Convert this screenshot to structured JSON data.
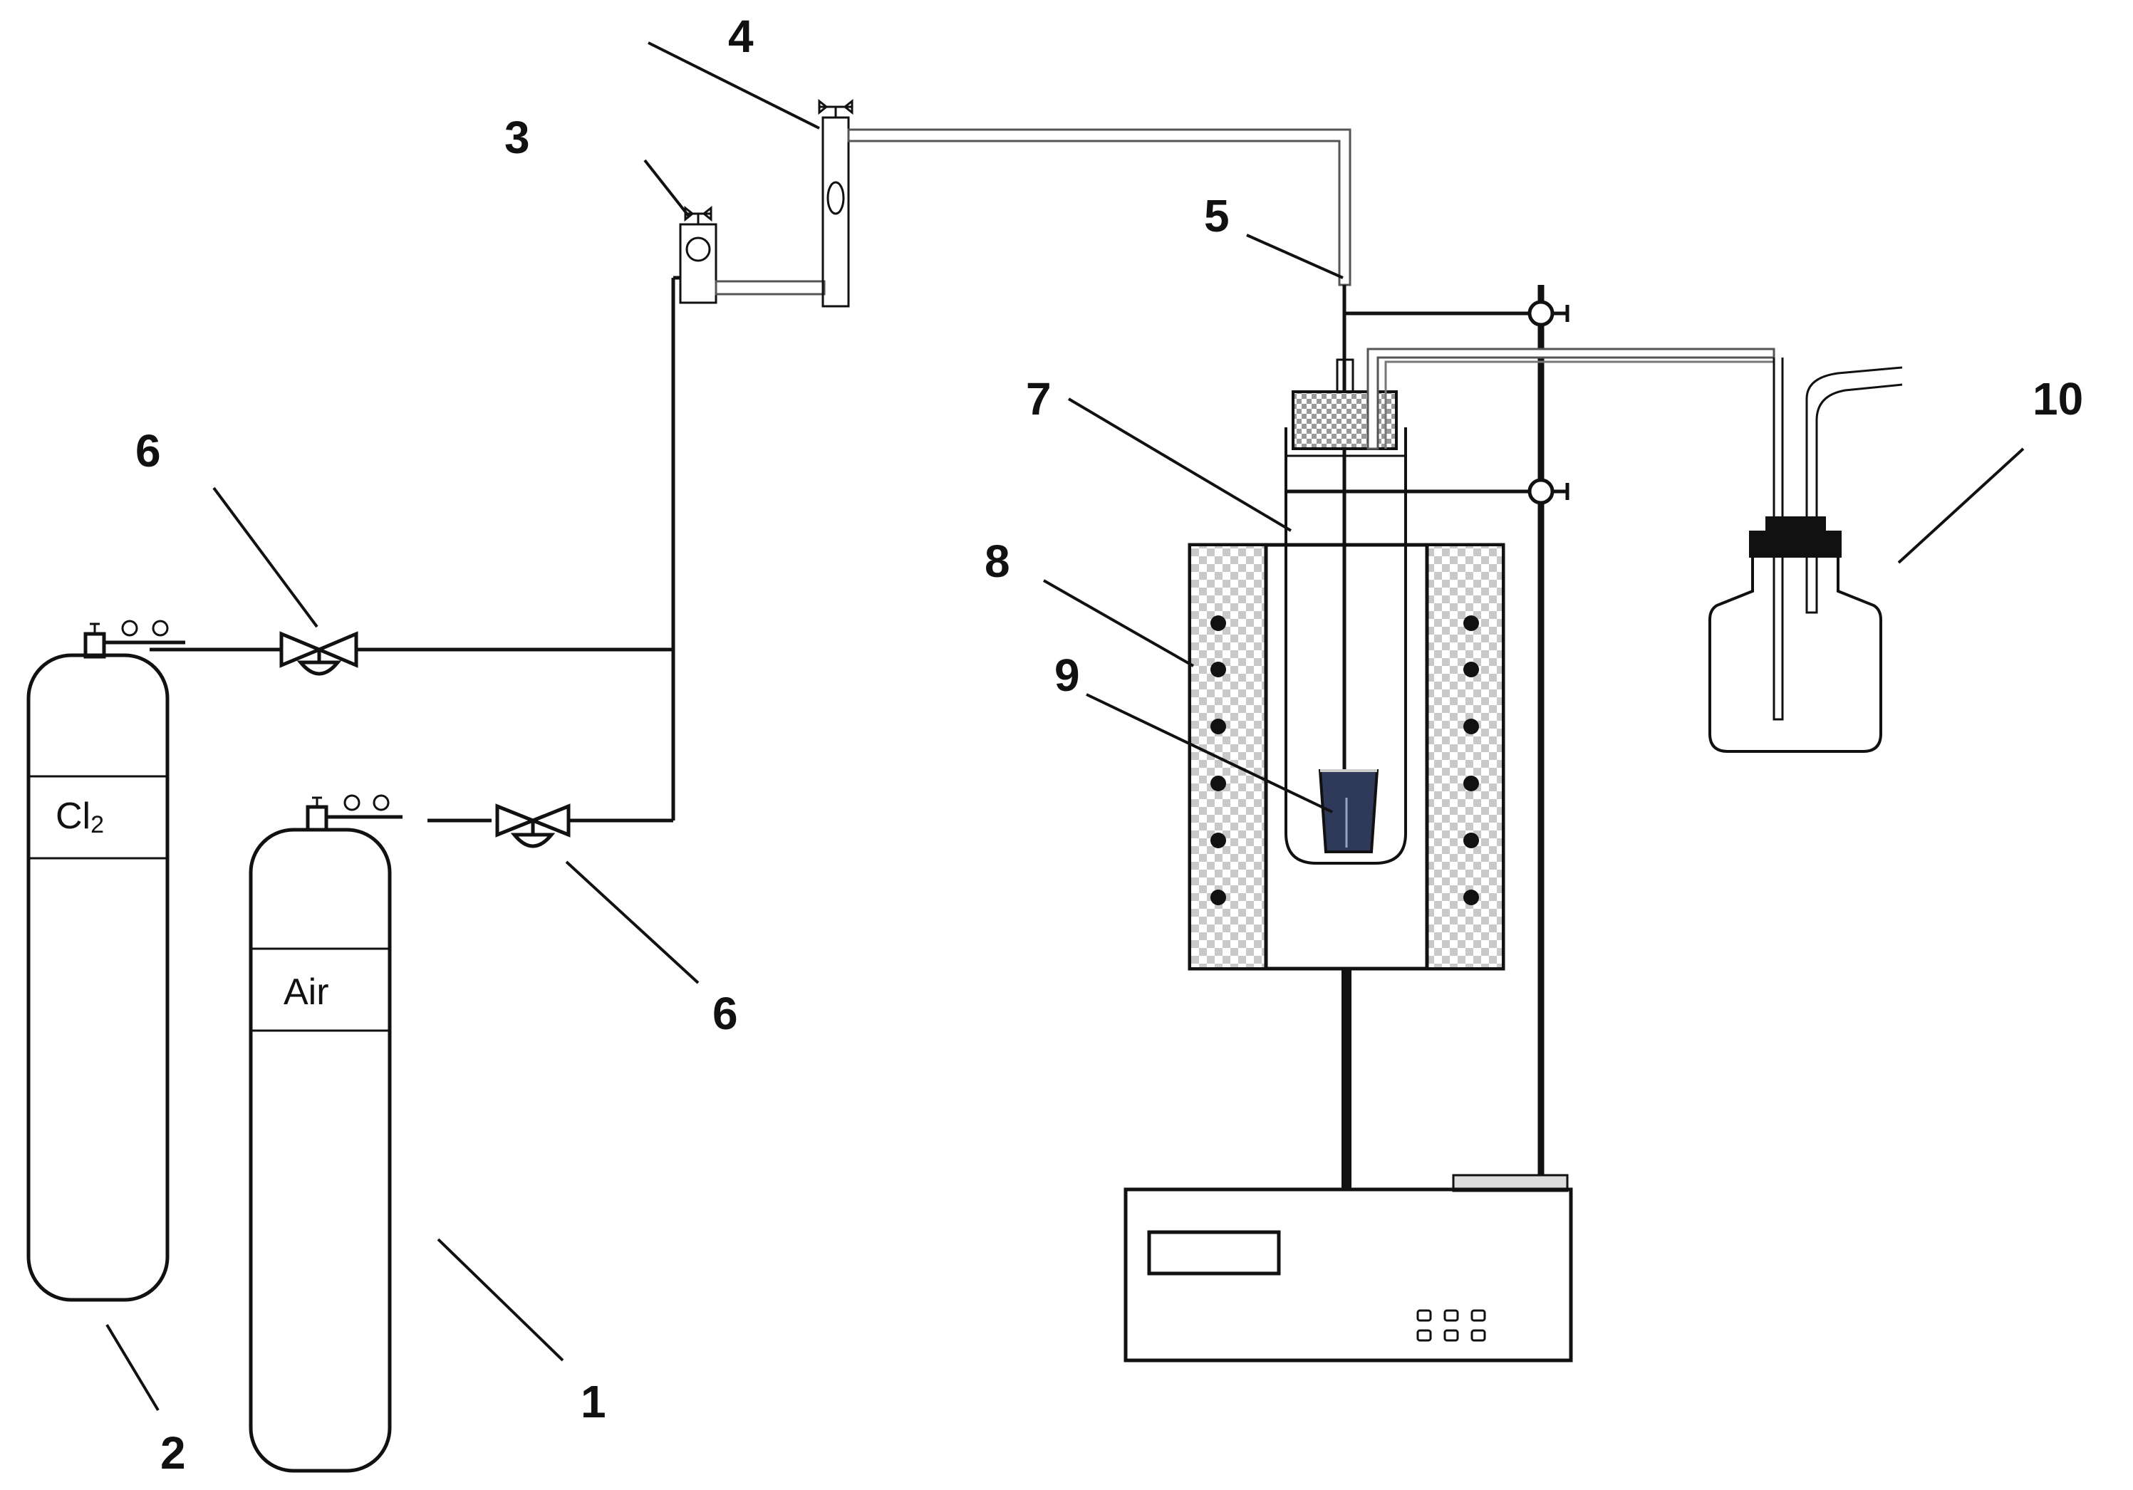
{
  "labels": {
    "n1": "1",
    "n2": "2",
    "n3": "3",
    "n4": "4",
    "n5": "5",
    "n6a": "6",
    "n6b": "6",
    "n7": "7",
    "n8": "8",
    "n9": "9",
    "n10": "10"
  },
  "cylinders": {
    "cl2_main": "Cl",
    "cl2_sub": "2",
    "air": "Air"
  },
  "colors": {
    "line": "#111111",
    "furnace_pattern": "#bdbdbd",
    "crucible": "#2f3a5a"
  }
}
